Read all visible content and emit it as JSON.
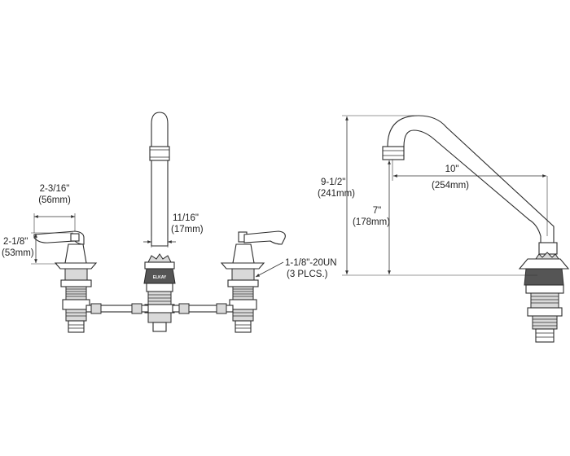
{
  "left_view": {
    "handle_spread": {
      "imperial": "2-3/16\"",
      "metric": "(56mm)"
    },
    "handle_height": {
      "imperial": "2-1/8\"",
      "metric": "(53mm)"
    },
    "spout_diameter": {
      "imperial": "11/16\"",
      "metric": "(17mm)"
    },
    "thread_spec": {
      "line1": "1-1/8\"-20UN",
      "line2": "(3 PLCS.)"
    },
    "brand_mark": "ELKAY"
  },
  "right_view": {
    "total_height": {
      "imperial": "9-1/2\"",
      "metric": "(241mm)"
    },
    "spout_reach": {
      "imperial": "10\"",
      "metric": "(254mm)"
    },
    "spout_clearance": {
      "imperial": "7\"",
      "metric": "(178mm)"
    }
  },
  "colors": {
    "line": "#2b2b2b",
    "background": "#ffffff"
  }
}
